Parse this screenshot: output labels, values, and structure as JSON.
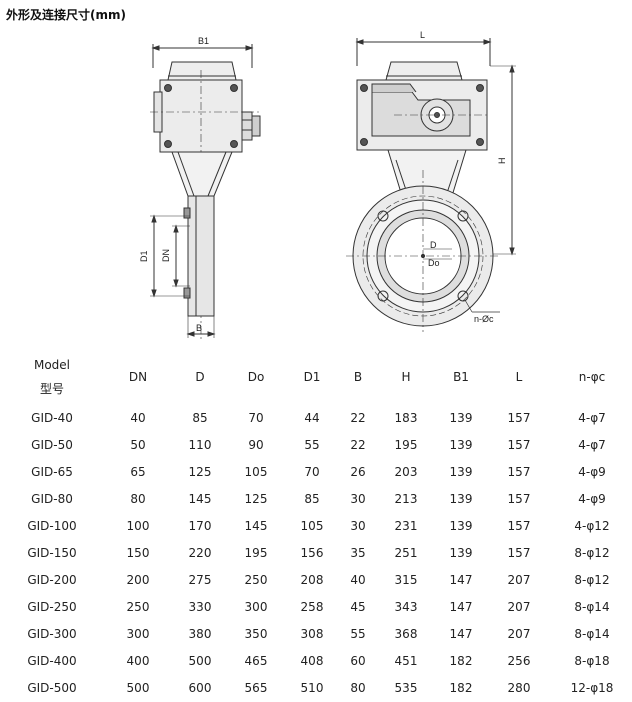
{
  "title": "外形及连接尺寸(mm)",
  "drawing_labels": {
    "b1": "B1",
    "d1": "D1",
    "dn": "DN",
    "b": "B",
    "l": "L",
    "h": "H",
    "d": "D",
    "do": "Do",
    "n_phi_c": "n-Øc"
  },
  "table": {
    "header": {
      "model_en": "Model",
      "model_cn": "型号",
      "columns": [
        "DN",
        "D",
        "Do",
        "D1",
        "B",
        "H",
        "B1",
        "L",
        "n-φc"
      ]
    },
    "rows": [
      [
        "GID-40",
        "40",
        "85",
        "70",
        "44",
        "22",
        "183",
        "139",
        "157",
        "4-φ7"
      ],
      [
        "GID-50",
        "50",
        "110",
        "90",
        "55",
        "22",
        "195",
        "139",
        "157",
        "4-φ7"
      ],
      [
        "GID-65",
        "65",
        "125",
        "105",
        "70",
        "26",
        "203",
        "139",
        "157",
        "4-φ9"
      ],
      [
        "GID-80",
        "80",
        "145",
        "125",
        "85",
        "30",
        "213",
        "139",
        "157",
        "4-φ9"
      ],
      [
        "GID-100",
        "100",
        "170",
        "145",
        "105",
        "30",
        "231",
        "139",
        "157",
        "4-φ12"
      ],
      [
        "GID-150",
        "150",
        "220",
        "195",
        "156",
        "35",
        "251",
        "139",
        "157",
        "8-φ12"
      ],
      [
        "GID-200",
        "200",
        "275",
        "250",
        "208",
        "40",
        "315",
        "147",
        "207",
        "8-φ12"
      ],
      [
        "GID-250",
        "250",
        "330",
        "300",
        "258",
        "45",
        "343",
        "147",
        "207",
        "8-φ14"
      ],
      [
        "GID-300",
        "300",
        "380",
        "350",
        "308",
        "55",
        "368",
        "147",
        "207",
        "8-φ14"
      ],
      [
        "GID-400",
        "400",
        "500",
        "465",
        "408",
        "60",
        "451",
        "182",
        "256",
        "8-φ18"
      ],
      [
        "GID-500",
        "500",
        "600",
        "565",
        "510",
        "80",
        "535",
        "182",
        "280",
        "12-φ18"
      ]
    ]
  },
  "colors": {
    "line": "#333333",
    "fill": "#e9e9e9",
    "dark": "#555555"
  }
}
